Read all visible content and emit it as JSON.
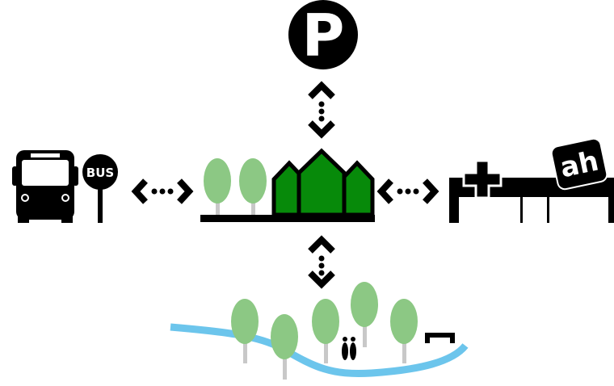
{
  "labels": {
    "parking": "P",
    "bus_sign": "BUS",
    "supermarket_logo": "ah"
  },
  "icons": {
    "top": "parking-icon",
    "left": [
      "bus-icon",
      "bus-stop-sign-icon"
    ],
    "center": "residential-houses-with-trees-icon",
    "right": [
      "pharmacy-cross-icon",
      "supermarket-building-icon",
      "albert-heijn-logo-icon"
    ],
    "bottom": "park-with-trees-river-people-bench-icon",
    "connectors": "double-arrow-dots-icon"
  },
  "colors": {
    "foreground": "#000000",
    "background": "#ffffff",
    "house_green": "#078a0a",
    "tree_green": "#8cc884",
    "trunk_gray": "#c8c8c8",
    "river_blue": "#6cc5ec"
  }
}
